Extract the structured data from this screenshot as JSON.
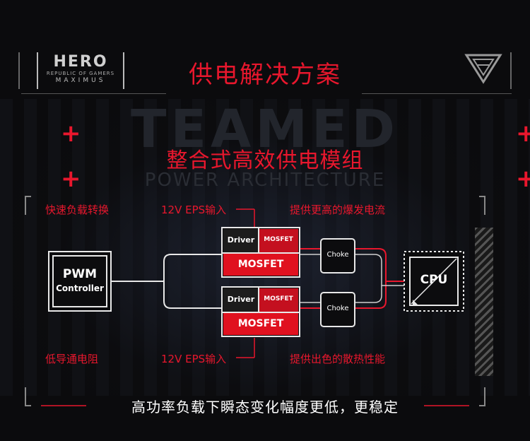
{
  "header": {
    "title": "供电解决方案",
    "logo": {
      "main": "HERO",
      "sub": "REPUBLIC OF GAMERS",
      "sub2": "MAXIMUS"
    }
  },
  "background": {
    "word": "TEAMED",
    "subword": "POWER ARCHITECTURE"
  },
  "main_title": "整合式高效供电模组",
  "labels": {
    "top_left": "快速负载转换",
    "top_mid": "12V EPS输入",
    "top_right": "提供更高的爆发电流",
    "bottom_left": "低导通电阻",
    "bottom_mid": "12V EPS输入",
    "bottom_right": "提供出色的散热性能"
  },
  "blocks": {
    "pwm_line1": "PWM",
    "pwm_line2": "Controller",
    "driver": "Driver",
    "mosfet_small": "MOSFET",
    "mosfet_big": "MOSFET",
    "choke": "Choke",
    "cpu": "CPU"
  },
  "bottom_text": "高功率负载下瞬态变化幅度更低，更稳定",
  "colors": {
    "accent": "#e8172d",
    "background": "#0b0b0d"
  }
}
